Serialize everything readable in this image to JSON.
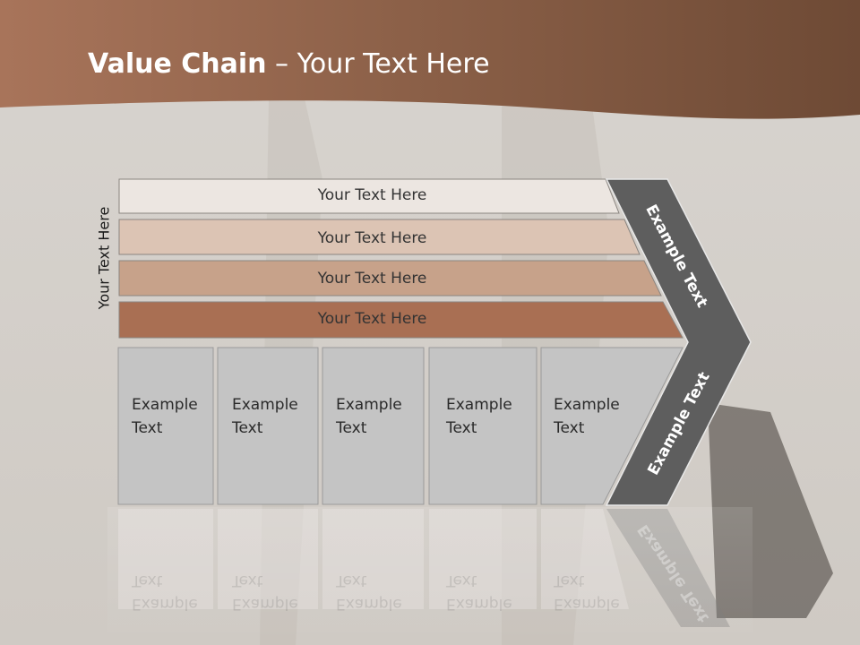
{
  "slide": {
    "title_bold": "Value Chain",
    "title_rest": " – Your Text Here"
  },
  "side_label": "Your Text Here",
  "rows": [
    {
      "label": "Your Text Here",
      "color": "#ece6e1"
    },
    {
      "label": "Your Text Here",
      "color": "#dcc4b4"
    },
    {
      "label": "Your Text Here",
      "color": "#c7a28a"
    },
    {
      "label": "Your Text Here",
      "color": "#a96f53"
    }
  ],
  "columns": [
    {
      "line1": "Example",
      "line2": "Text"
    },
    {
      "line1": "Example",
      "line2": "Text"
    },
    {
      "line1": "Example",
      "line2": "Text"
    },
    {
      "line1": "Example",
      "line2": "Text"
    },
    {
      "line1": "Example",
      "line2": "Text"
    }
  ],
  "chevron": {
    "upper_label": "Example Text",
    "lower_label": "Example Text",
    "color": "#5e5e5e"
  },
  "colors": {
    "header_dark": "#6e4a35",
    "header_light": "#a8745a",
    "column_fill": "#c4c4c4",
    "background": "#d6d2cd"
  }
}
